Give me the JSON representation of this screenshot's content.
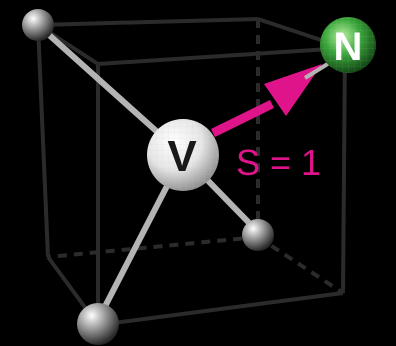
{
  "diagram": {
    "background_color": "#000000",
    "cube_edge_color": "#2b2b2b",
    "bond_color": "#b4b4b4",
    "spin_arrow_color": "#e0148a",
    "vacancy": {
      "label": "V",
      "color": "#f2f2f2"
    },
    "nitrogen": {
      "label": "N",
      "color": "#3aa83a"
    },
    "carbon_atom_color": "#8a8a8a",
    "spin_label": "S = 1"
  }
}
